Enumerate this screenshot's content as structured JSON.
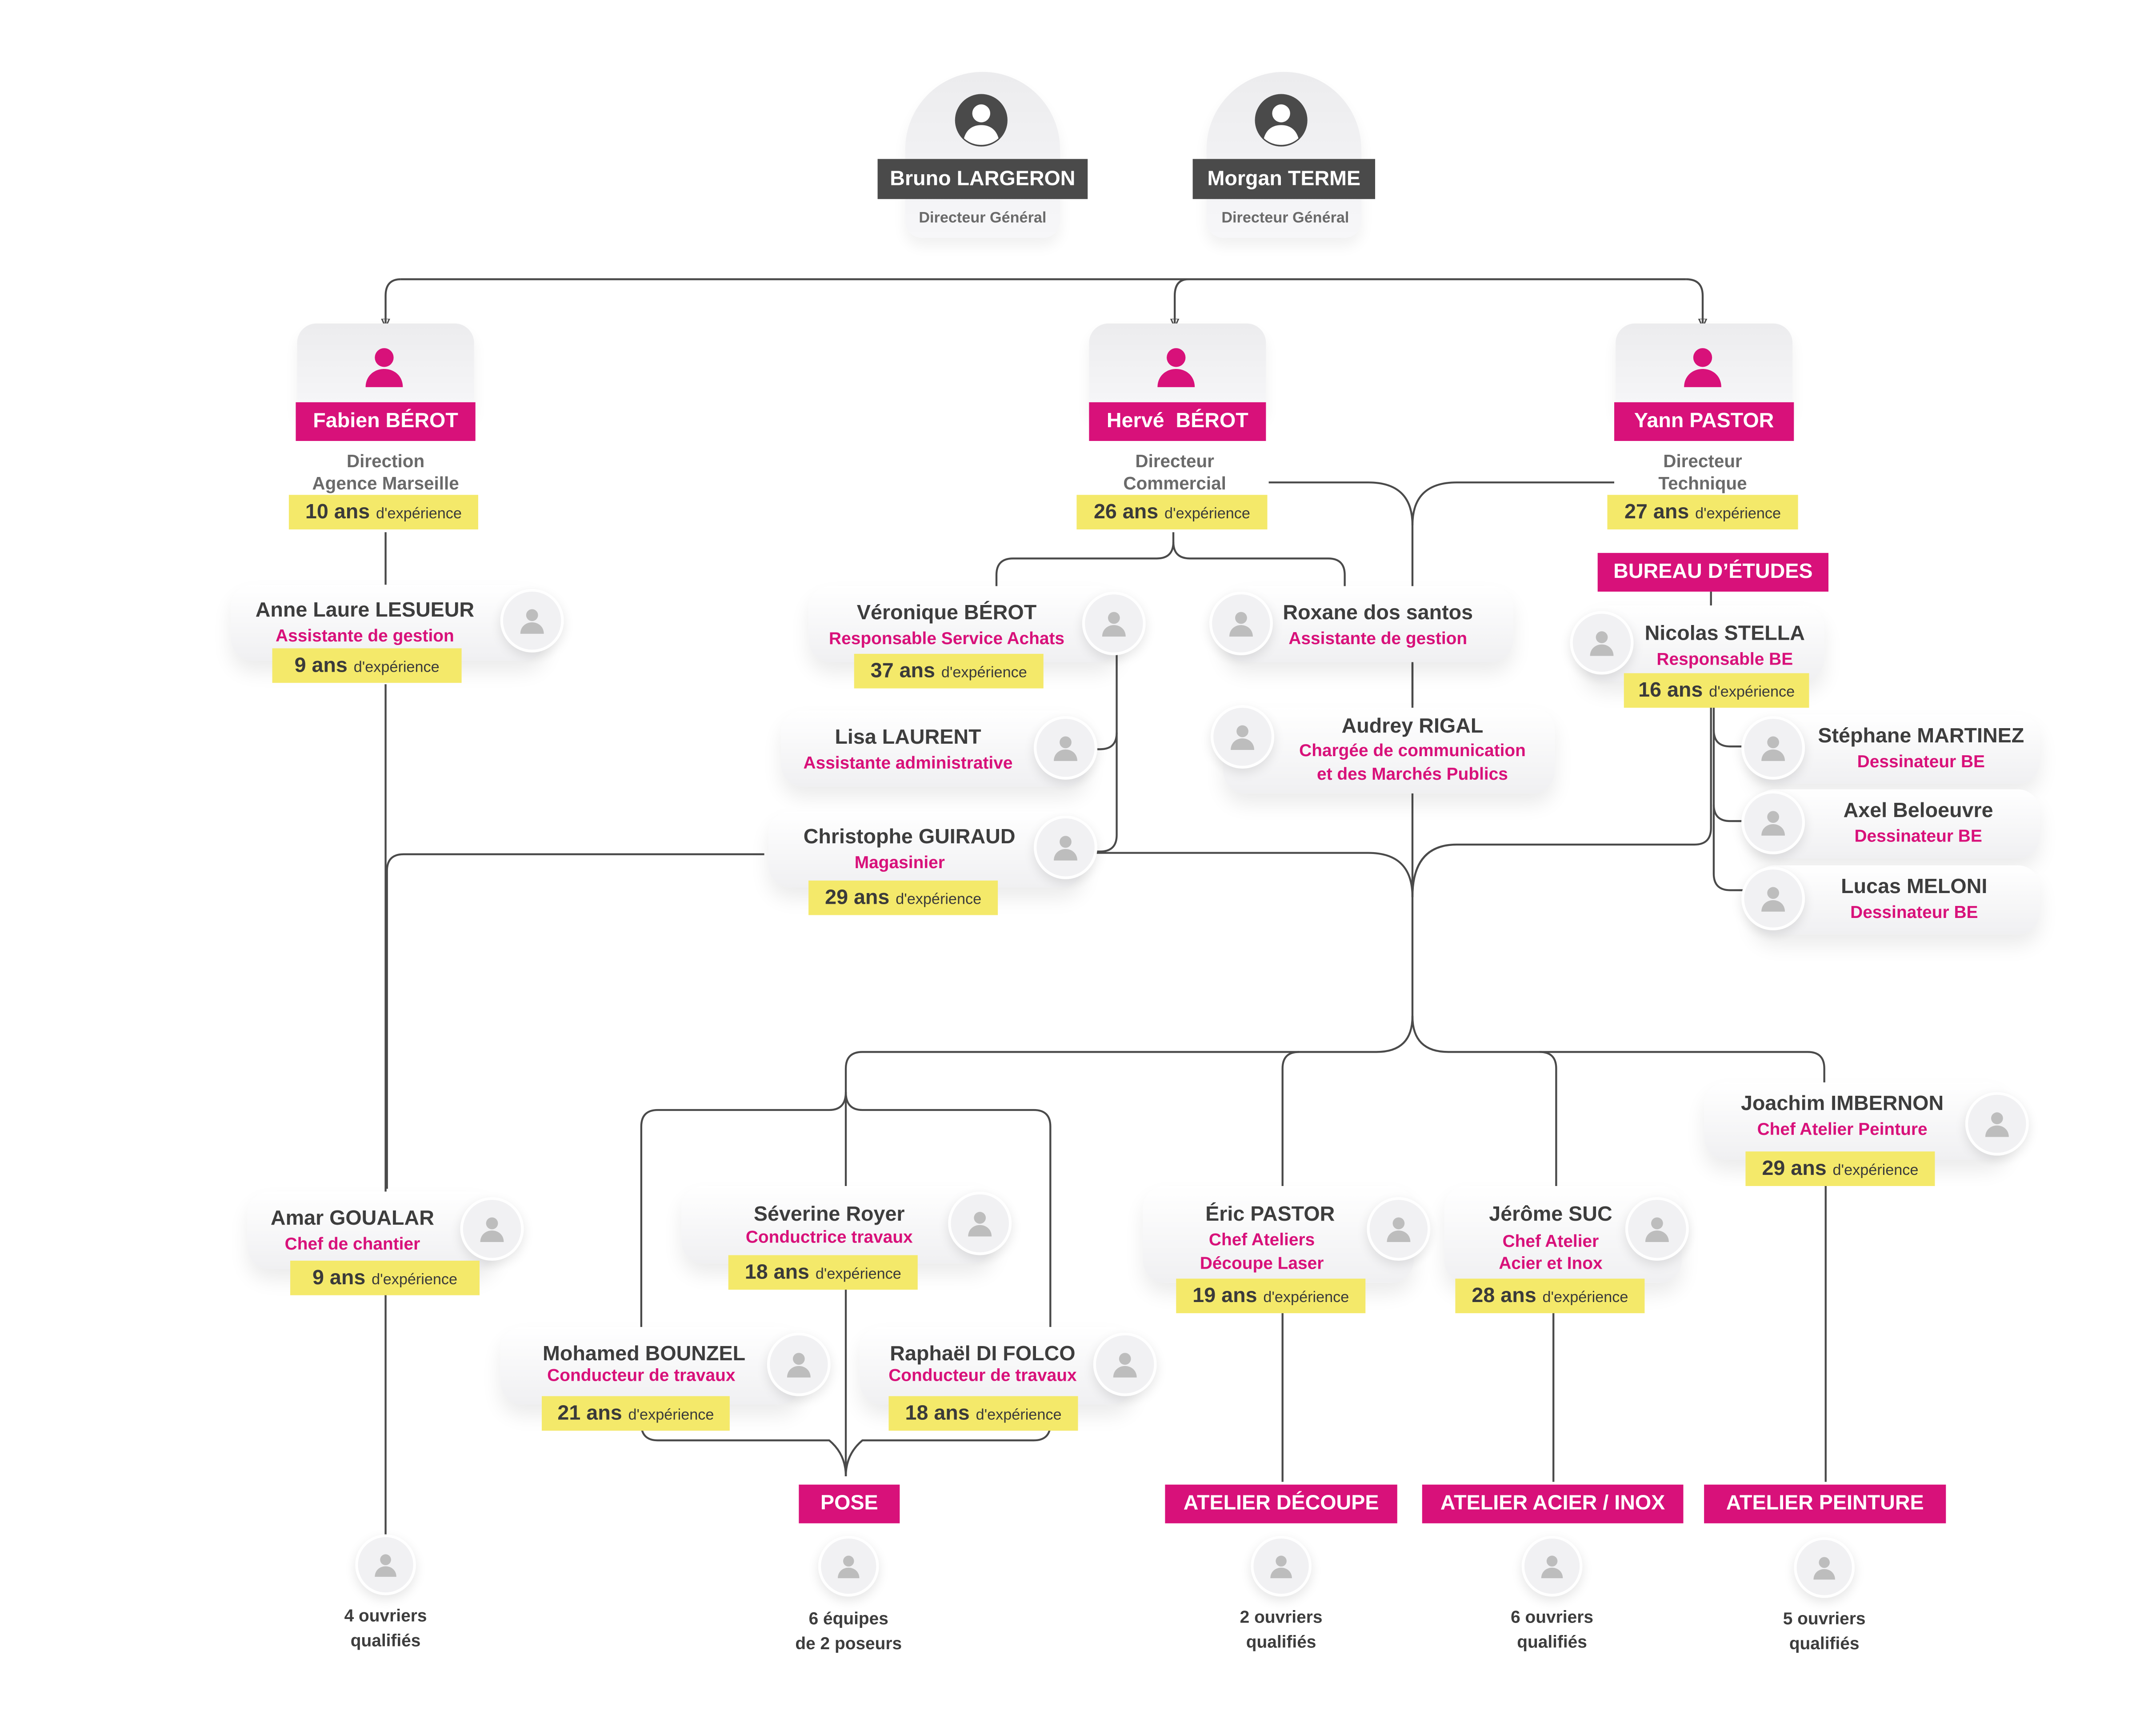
{
  "directors": [
    {
      "name": "Bruno LARGERON",
      "role": "Directeur Général"
    },
    {
      "name": "Morgan TERME",
      "role": "Directeur Général"
    }
  ],
  "managers": [
    {
      "name": "Fabien BÉROT",
      "role_line1": "Direction",
      "role_line2": "Agence Marseille",
      "exp_years": "10 ans",
      "exp_label": "d'expérience"
    },
    {
      "name": "Hervé  BÉROT",
      "role_line1": "Directeur",
      "role_line2": "Commercial",
      "exp_years": "26 ans",
      "exp_label": "d'expérience"
    },
    {
      "name": "Yann PASTOR",
      "role_line1": "Directeur",
      "role_line2": "Technique",
      "exp_years": "27 ans",
      "exp_label": "d'expérience"
    }
  ],
  "staff": {
    "anne": {
      "name": "Anne Laure LESUEUR",
      "job": "Assistante de gestion",
      "exp_years": "9 ans",
      "exp_label": "d'expérience"
    },
    "veronique": {
      "name": "Véronique BÉROT",
      "job": "Responsable Service Achats",
      "exp_years": "37 ans",
      "exp_label": "d'expérience"
    },
    "roxane": {
      "name": "Roxane dos santos",
      "job": "Assistante de gestion"
    },
    "lisa": {
      "name": "Lisa LAURENT",
      "job": "Assistante administrative"
    },
    "audrey": {
      "name": "Audrey RIGAL",
      "job_line1": "Chargée de communication",
      "job_line2": "et des Marchés Publics"
    },
    "christophe": {
      "name": "Christophe GUIRAUD",
      "job": "Magasinier",
      "exp_years": "29 ans",
      "exp_label": "d'expérience"
    },
    "nicolas": {
      "name": "Nicolas STELLA",
      "job": "Responsable BE",
      "exp_years": "16 ans",
      "exp_label": "d'expérience"
    },
    "stephane": {
      "name": "Stéphane MARTINEZ",
      "job": "Dessinateur BE"
    },
    "axel": {
      "name": "Axel Beloeuvre",
      "job": "Dessinateur BE"
    },
    "lucas": {
      "name": "Lucas MELONI",
      "job": "Dessinateur BE"
    },
    "amar": {
      "name": "Amar GOUALAR",
      "job": "Chef de chantier",
      "exp_years": "9 ans",
      "exp_label": "d'expérience"
    },
    "severine": {
      "name": "Séverine Royer",
      "job": "Conductrice travaux",
      "exp_years": "18 ans",
      "exp_label": "d'expérience"
    },
    "mohamed": {
      "name": "Mohamed BOUNZEL",
      "job": "Conducteur de travaux",
      "exp_years": "21 ans",
      "exp_label": "d'expérience"
    },
    "raphael": {
      "name": "Raphaël DI FOLCO",
      "job": "Conducteur de travaux",
      "exp_years": "18 ans",
      "exp_label": "d'expérience"
    },
    "eric": {
      "name": "Éric PASTOR",
      "job_line1": "Chef Ateliers",
      "job_line2": "Découpe Laser",
      "exp_years": "19 ans",
      "exp_label": "d'expérience"
    },
    "jerome": {
      "name": "Jérôme SUC",
      "job_line1": "Chef Atelier",
      "job_line2": "Acier et Inox",
      "exp_years": "28 ans",
      "exp_label": "d'expérience"
    },
    "joachim": {
      "name": "Joachim IMBERNON",
      "job": "Chef Atelier Peinture",
      "exp_years": "29 ans",
      "exp_label": "d'expérience"
    }
  },
  "departments": {
    "bureau": "BUREAU D’ÉTUDES",
    "pose": "POSE",
    "decoupe": "ATELIER DÉCOUPE",
    "acier": "ATELIER ACIER / INOX",
    "peinture": "ATELIER PEINTURE"
  },
  "teams": [
    {
      "line1": "4 ouvriers",
      "line2": "qualifiés"
    },
    {
      "line1": "6 équipes",
      "line2": "de 2 poseurs"
    },
    {
      "line1": "2 ouvriers",
      "line2": "qualifiés"
    },
    {
      "line1": "6 ouvriers",
      "line2": "qualifiés"
    },
    {
      "line1": "5 ouvriers",
      "line2": "qualifiés"
    }
  ],
  "colors": {
    "accent": "#d8117a",
    "dark_tag": "#4a4a4a",
    "experience_bg": "#f4e96a",
    "connector": "#4a4a4a"
  },
  "icons": {
    "director": "dark-person-icon",
    "manager": "pink-person-icon",
    "staff": "grey-person-icon"
  }
}
